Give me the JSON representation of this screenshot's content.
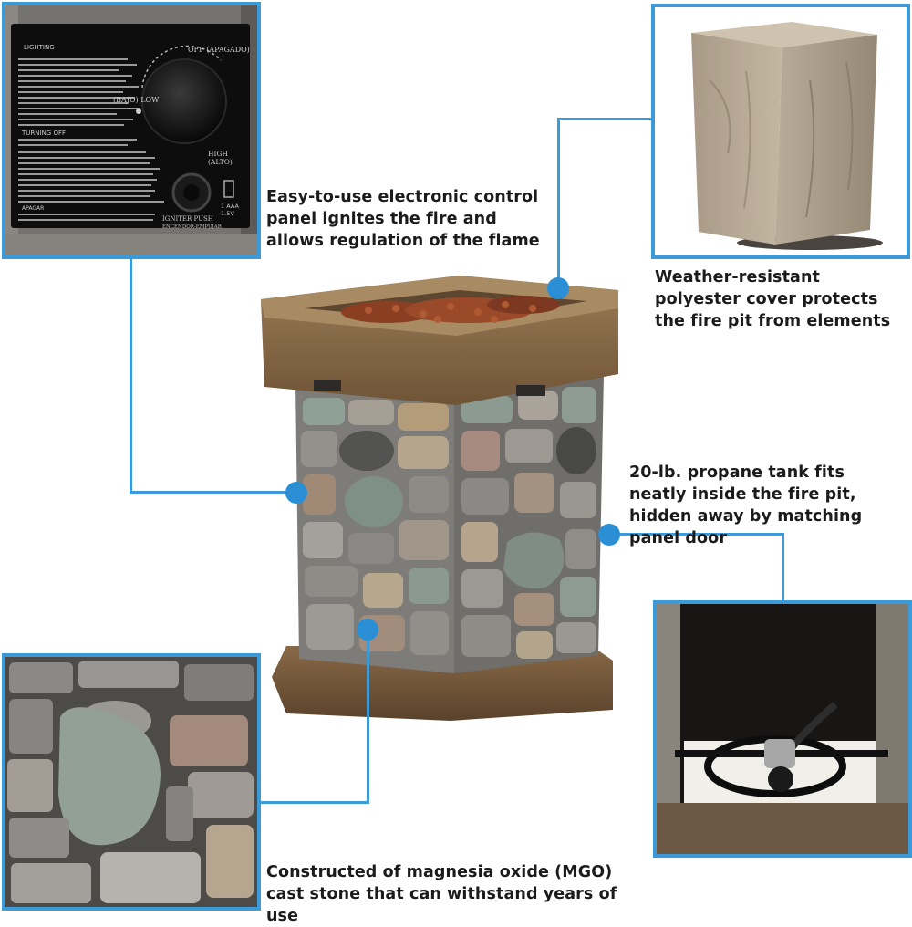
{
  "features": {
    "control_panel": "Easy-to-use electronic control panel ignites the fire and allows regulation of the flame",
    "cover": "Weather-resistant polyester cover protects the fire pit from elements",
    "tank": "20-lb. propane tank fits neatly inside the fire pit, hidden away by matching panel door",
    "material": "Constructed of magnesia oxide (MGO) cast stone that can withstand years of use"
  },
  "control_plate": {
    "lighting_heading": "LIGHTING",
    "turning_off_heading": "TURNING OFF",
    "apagar_heading": "APAGAR",
    "knob_off": "OFF (APAGADO)",
    "knob_low": "(BAJO) LOW",
    "knob_high": "HIGH (ALTO)",
    "ignitor": "IGNITER PUSH",
    "ignitor_es": "ENCENDOR-EMPUJAR",
    "battery": "1 AAA 1.5V"
  },
  "colors": {
    "accent": "#3d9ad8",
    "dot": "#2b8fd6"
  }
}
